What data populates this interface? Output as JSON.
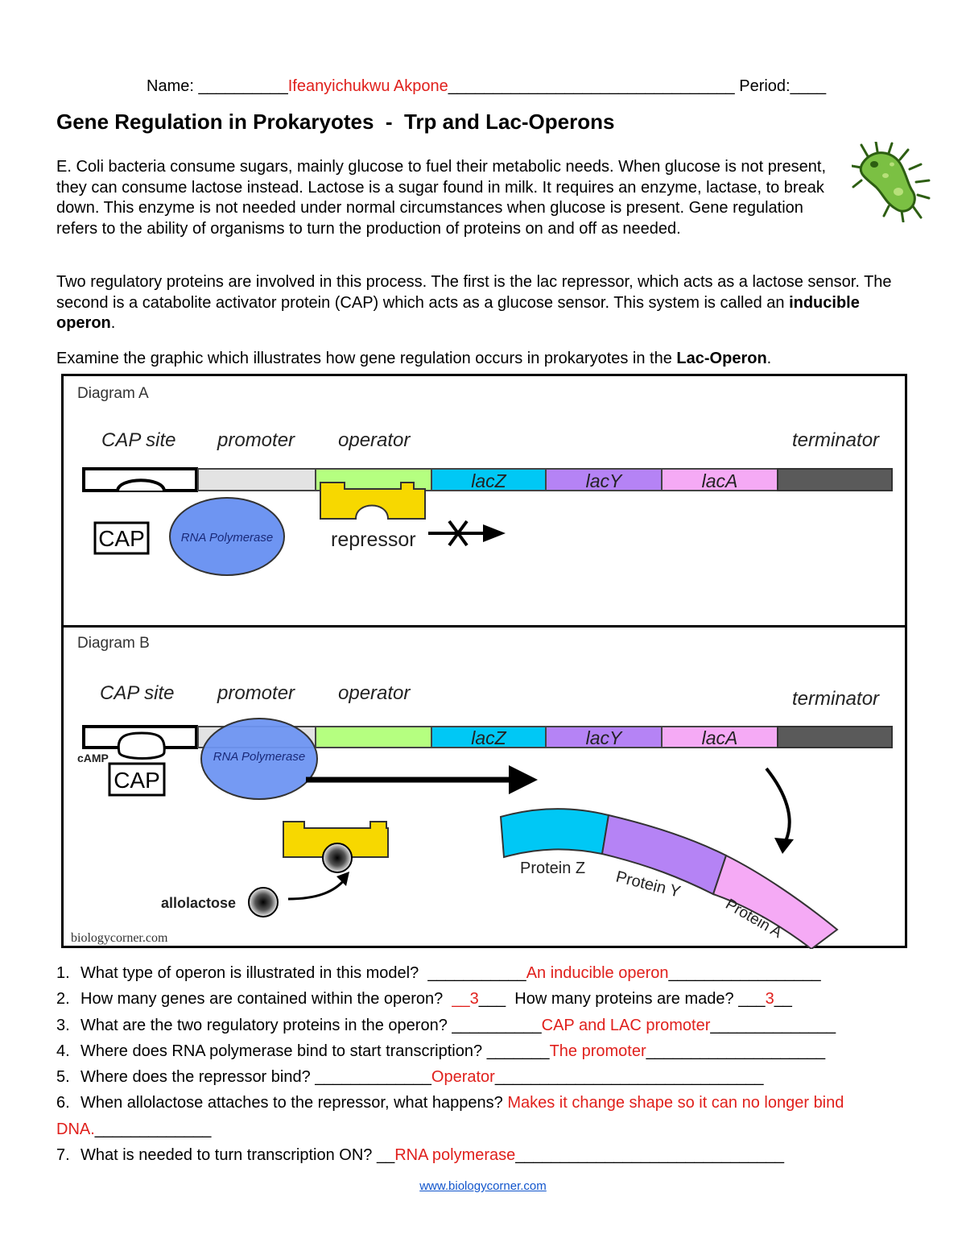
{
  "header": {
    "name_label": "Name: ",
    "name_blank_before": "__________",
    "name_value": "Ifeanyichukwu Akpone",
    "name_blank_after": "________________________________",
    "period_label": " Period:",
    "period_blank": "____"
  },
  "title": "Gene Regulation in Prokaryotes  -  Trp and Lac-Operons",
  "paragraphs": {
    "p1": "E. Coli bacteria consume sugars, mainly glucose to fuel their metabolic needs.  When glucose is not present, they can consume lactose instead.  Lactose is a sugar found in milk.  It requires an enzyme, lactase, to break down.   This enzyme is not needed under normal circumstances when glucose is present.   Gene regulation refers to the ability of organisms to turn the production of proteins on and off as needed.",
    "p2_text": "Two regulatory proteins are involved in this process.   The first is the lac repressor, which acts as a lactose sensor.   The second is a catabolite activator protein (CAP) which acts as a glucose sensor.  This system is called an ",
    "p2_bold": "inducible operon",
    "p2_end": ".",
    "p3_text": "Examine the graphic which illustrates how gene regulation occurs in prokaryotes in the ",
    "p3_bold": "Lac-Operon",
    "p3_end": "."
  },
  "diagram": {
    "a_label": "Diagram A",
    "b_label": "Diagram B",
    "cap_site": "CAP site",
    "promoter": "promoter",
    "operator": "operator",
    "terminator": "terminator",
    "lacz": "lacZ",
    "lacy": "lacY",
    "laca": "lacA",
    "cap": "CAP",
    "rna_polymerase": "RNA Polymerase",
    "repressor": "repressor",
    "camp": "cAMP",
    "allolactose": "allolactose",
    "protein_z": "Protein Z",
    "protein_y": "Protein Y",
    "protein_a": "Protein A",
    "credit": "biologycorner.com",
    "colors": {
      "operator": "#b5ff80",
      "lacz": "#00c8f5",
      "lacy": "#b583f5",
      "laca": "#f5aaf5",
      "terminator": "#5a5a5a",
      "promoter": "#e3e3e3",
      "repressor": "#f7d800",
      "rna_polymerase": "#6e95f2"
    }
  },
  "questions": [
    {
      "num": "1.",
      "text": "What type of operon is illustrated in this model?  ",
      "blank1": "___________",
      "answer": "An inducible operon",
      "blank2": "_________________"
    },
    {
      "num": "2.",
      "text": "How many genes are contained within the operon?  ",
      "blank1": "__",
      "answer": "3",
      "blank2": "___",
      "text2": "  How many proteins are made? ",
      "blank3": "___",
      "answer2": "3",
      "blank4": "__"
    },
    {
      "num": "3.",
      "text": "What are the two regulatory proteins in the operon? ",
      "blank1": "__________",
      "answer": "CAP and LAC promoter",
      "blank2": "______________"
    },
    {
      "num": "4.",
      "text": "Where does RNA polymerase bind to start transcription? ",
      "blank1": "_______",
      "answer": "The promoter",
      "blank2": "____________________"
    },
    {
      "num": "5.",
      "text": "Where does the repressor bind? ",
      "blank1": "_____________",
      "answer": "Operator",
      "blank2": "______________________________"
    },
    {
      "num": "6.",
      "text": "When allolactose attaches to the repressor, what happens? ",
      "answer": "Makes it change shape so it can no longer bind DNA.",
      "blank2": "_____________"
    },
    {
      "num": "7.",
      "text": "What is needed to turn transcription ON? ",
      "blank1": "__",
      "answer": "RNA polymerase",
      "blank2": "______________________________"
    }
  ],
  "footer": {
    "link": "www.biologycorner.com"
  }
}
